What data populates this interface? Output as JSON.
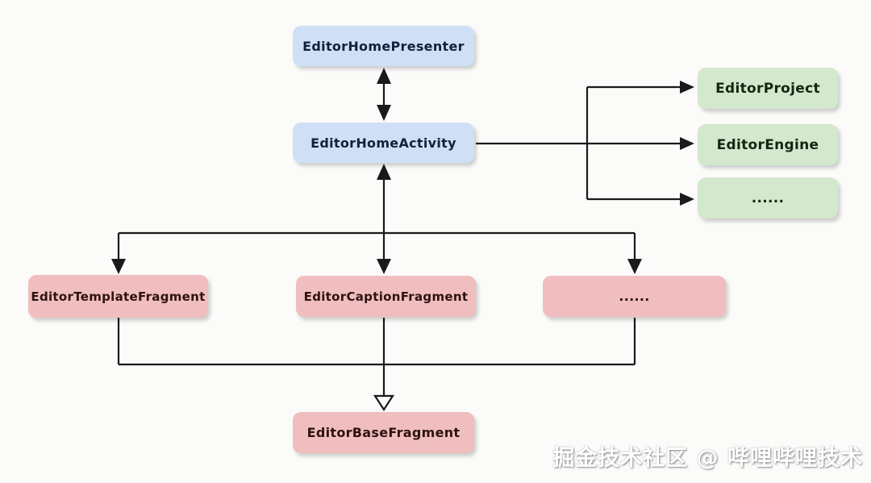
{
  "diagram": {
    "nodes": [
      {
        "id": "presenter",
        "label": "EditorHomePresenter",
        "color": "#cfe0f6",
        "group": "blue"
      },
      {
        "id": "activity",
        "label": "EditorHomeActivity",
        "color": "#cfe0f6",
        "group": "blue"
      },
      {
        "id": "project",
        "label": "EditorProject",
        "color": "#d3e8cd",
        "group": "green"
      },
      {
        "id": "engine",
        "label": "EditorEngine",
        "color": "#d3e8cd",
        "group": "green"
      },
      {
        "id": "green-more",
        "label": "......",
        "color": "#d3e8cd",
        "group": "green"
      },
      {
        "id": "template",
        "label": "EditorTemplateFragment",
        "color": "#f0bebe",
        "group": "pink"
      },
      {
        "id": "caption",
        "label": "EditorCaptionFragment",
        "color": "#f0bebe",
        "group": "pink"
      },
      {
        "id": "pink-more",
        "label": "......",
        "color": "#f0bebe",
        "group": "pink"
      },
      {
        "id": "base",
        "label": "EditorBaseFragment",
        "color": "#f0bebe",
        "group": "pink"
      }
    ],
    "edges": [
      {
        "from": "EditorHomePresenter",
        "to": "EditorHomeActivity",
        "style": "double-arrow"
      },
      {
        "from": "EditorHomeActivity",
        "to": "EditorProject",
        "style": "arrow"
      },
      {
        "from": "EditorHomeActivity",
        "to": "EditorEngine",
        "style": "arrow"
      },
      {
        "from": "EditorHomeActivity",
        "to": "...... (green)",
        "style": "arrow"
      },
      {
        "from": "EditorHomeActivity",
        "to": "EditorTemplateFragment",
        "style": "arrow"
      },
      {
        "from": "EditorHomeActivity",
        "to": "EditorCaptionFragment",
        "style": "double-arrow"
      },
      {
        "from": "EditorHomeActivity",
        "to": "...... (pink)",
        "style": "arrow"
      },
      {
        "from": "fragments",
        "to": "EditorBaseFragment",
        "style": "hollow-arrow-inheritance"
      }
    ],
    "watermark": "掘金技术社区 @ 哔哩哔哩技术"
  },
  "colors": {
    "background": "#fbfbf9",
    "line": "#1a1a1a",
    "node_blue": "#cfe0f6",
    "node_green": "#d3e8cd",
    "node_pink": "#f0bebe",
    "watermark": "#ffffff"
  }
}
